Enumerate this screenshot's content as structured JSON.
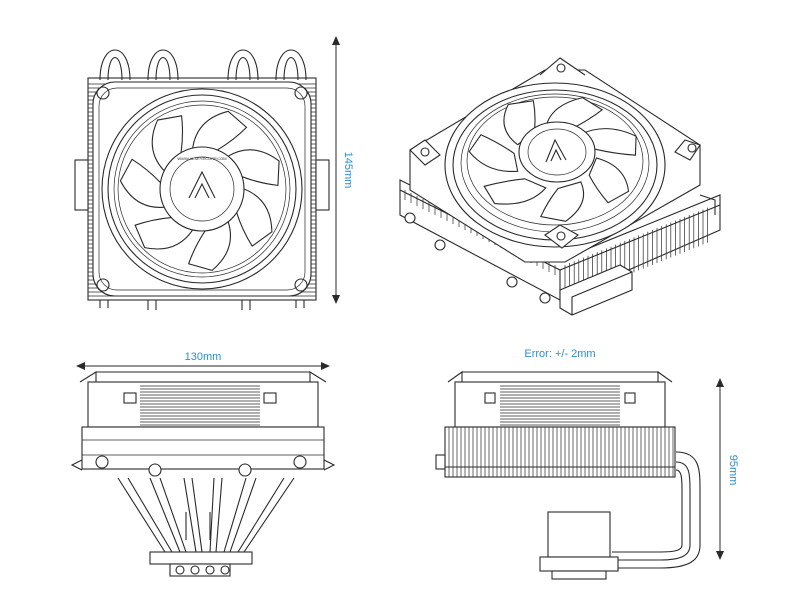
{
  "dimensions": {
    "height": "145mm",
    "width": "130mm",
    "depth": "95mm",
    "tolerance": "Error: +/- 2mm"
  },
  "colors": {
    "dimension": "#2a8fd6",
    "line": "#2a2a2a",
    "background": "#ffffff"
  },
  "hub_text": "WWW.ALSEYECORP.COM"
}
